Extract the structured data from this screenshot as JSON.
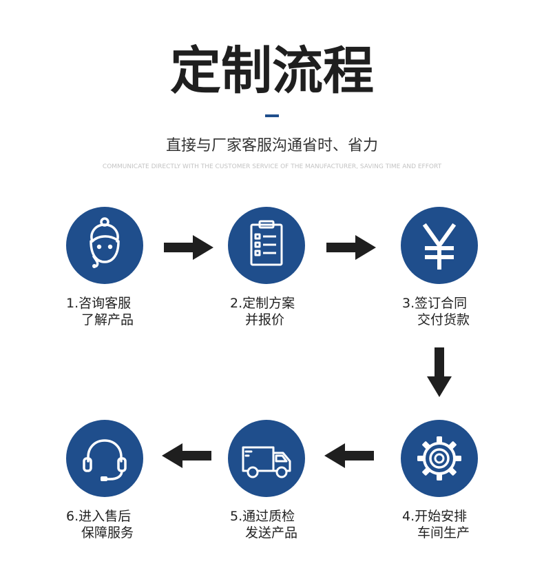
{
  "header": {
    "title": "定制流程",
    "subtitle": "直接与厂家客服沟通省时、省力",
    "subtitle_en": "COMMUNICATE DIRECTLY WITH THE CUSTOMER SERVICE OF THE MANUFACTURER, SAVING TIME AND EFFORT"
  },
  "colors": {
    "accent": "#1f4e8c",
    "arrow": "#1f1f1f",
    "text": "#222222"
  },
  "steps": [
    {
      "icon": "customer-service-woman-icon",
      "line1": "1.咨询客服",
      "line2": "了解产品"
    },
    {
      "icon": "clipboard-checklist-icon",
      "line1": "2.定制方案",
      "line2": "并报价"
    },
    {
      "icon": "yen-icon",
      "line1": "3.签订合同",
      "line2": "交付货款"
    },
    {
      "icon": "gear-icon",
      "line1": "4.开始安排",
      "line2": "车间生产"
    },
    {
      "icon": "delivery-truck-icon",
      "line1": "5.通过质检",
      "line2": "发送产品"
    },
    {
      "icon": "headset-icon",
      "line1": "6.进入售后",
      "line2": "保障服务"
    }
  ]
}
